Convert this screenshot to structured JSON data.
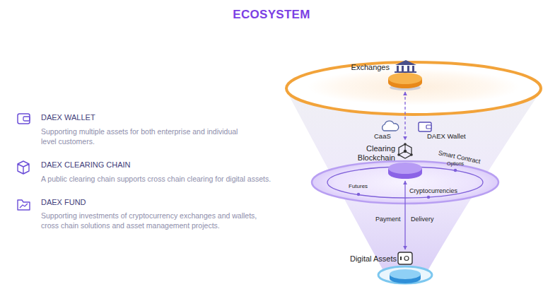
{
  "diagram": {
    "title": "ECOSYSTEM",
    "nodes": [
      {
        "text": [
          "Exchanges"
        ]
      },
      {
        "text": [
          "Clearing Blockchain"
        ]
      },
      {
        "text": [
          "Digital Assets"
        ]
      }
    ],
    "edges": [
      {
        "from": 0,
        "to": 1,
        "arrow": "both"
      },
      {
        "from": 1,
        "to": 2,
        "arrow": "both"
      }
    ],
    "labels": [
      "DAEX WALLET",
      "Supporting multiple assets for both enterprise and individual level customers.",
      "DAEX CLEARING CHAIN",
      "A public clearing chain supports cross chain clearing for digital assets.",
      "DAEX FUND",
      "Supporting investments of cryptocurrency exchanges and wallets, cross chain solutions and asset management projects.",
      "CaaS",
      "DAEX Wallet",
      "Smart Contract",
      "Options",
      "Futures",
      "Cryptocurrencies",
      "Payment",
      "Delivery"
    ]
  }
}
